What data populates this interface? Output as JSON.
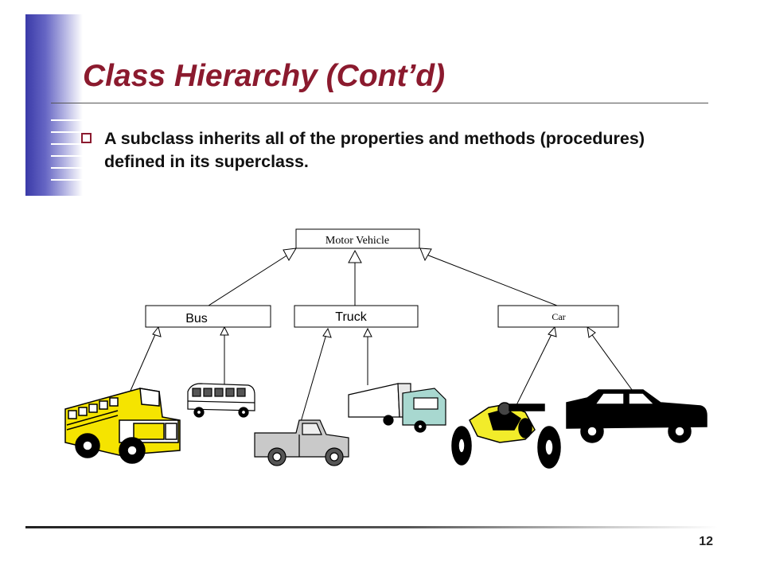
{
  "slide": {
    "title": "Class Hierarchy (Cont’d)",
    "bullets": [
      "A  subclass inherits all of the properties and methods (procedures) defined in its superclass."
    ],
    "page_number": "12"
  },
  "diagram": {
    "nodes": {
      "motor_vehicle": "Motor Vehicle",
      "bus": "Bus",
      "truck": "Truck",
      "car": "Car"
    }
  },
  "colors": {
    "title": "#8b1a2e",
    "accent_bar": "#4848b0",
    "bus_yellow": "#f5e400",
    "race_car_yellow": "#f2ec2a",
    "pickup_gray": "#c9c9c9",
    "truck_cab_teal": "#a8d8d0"
  }
}
